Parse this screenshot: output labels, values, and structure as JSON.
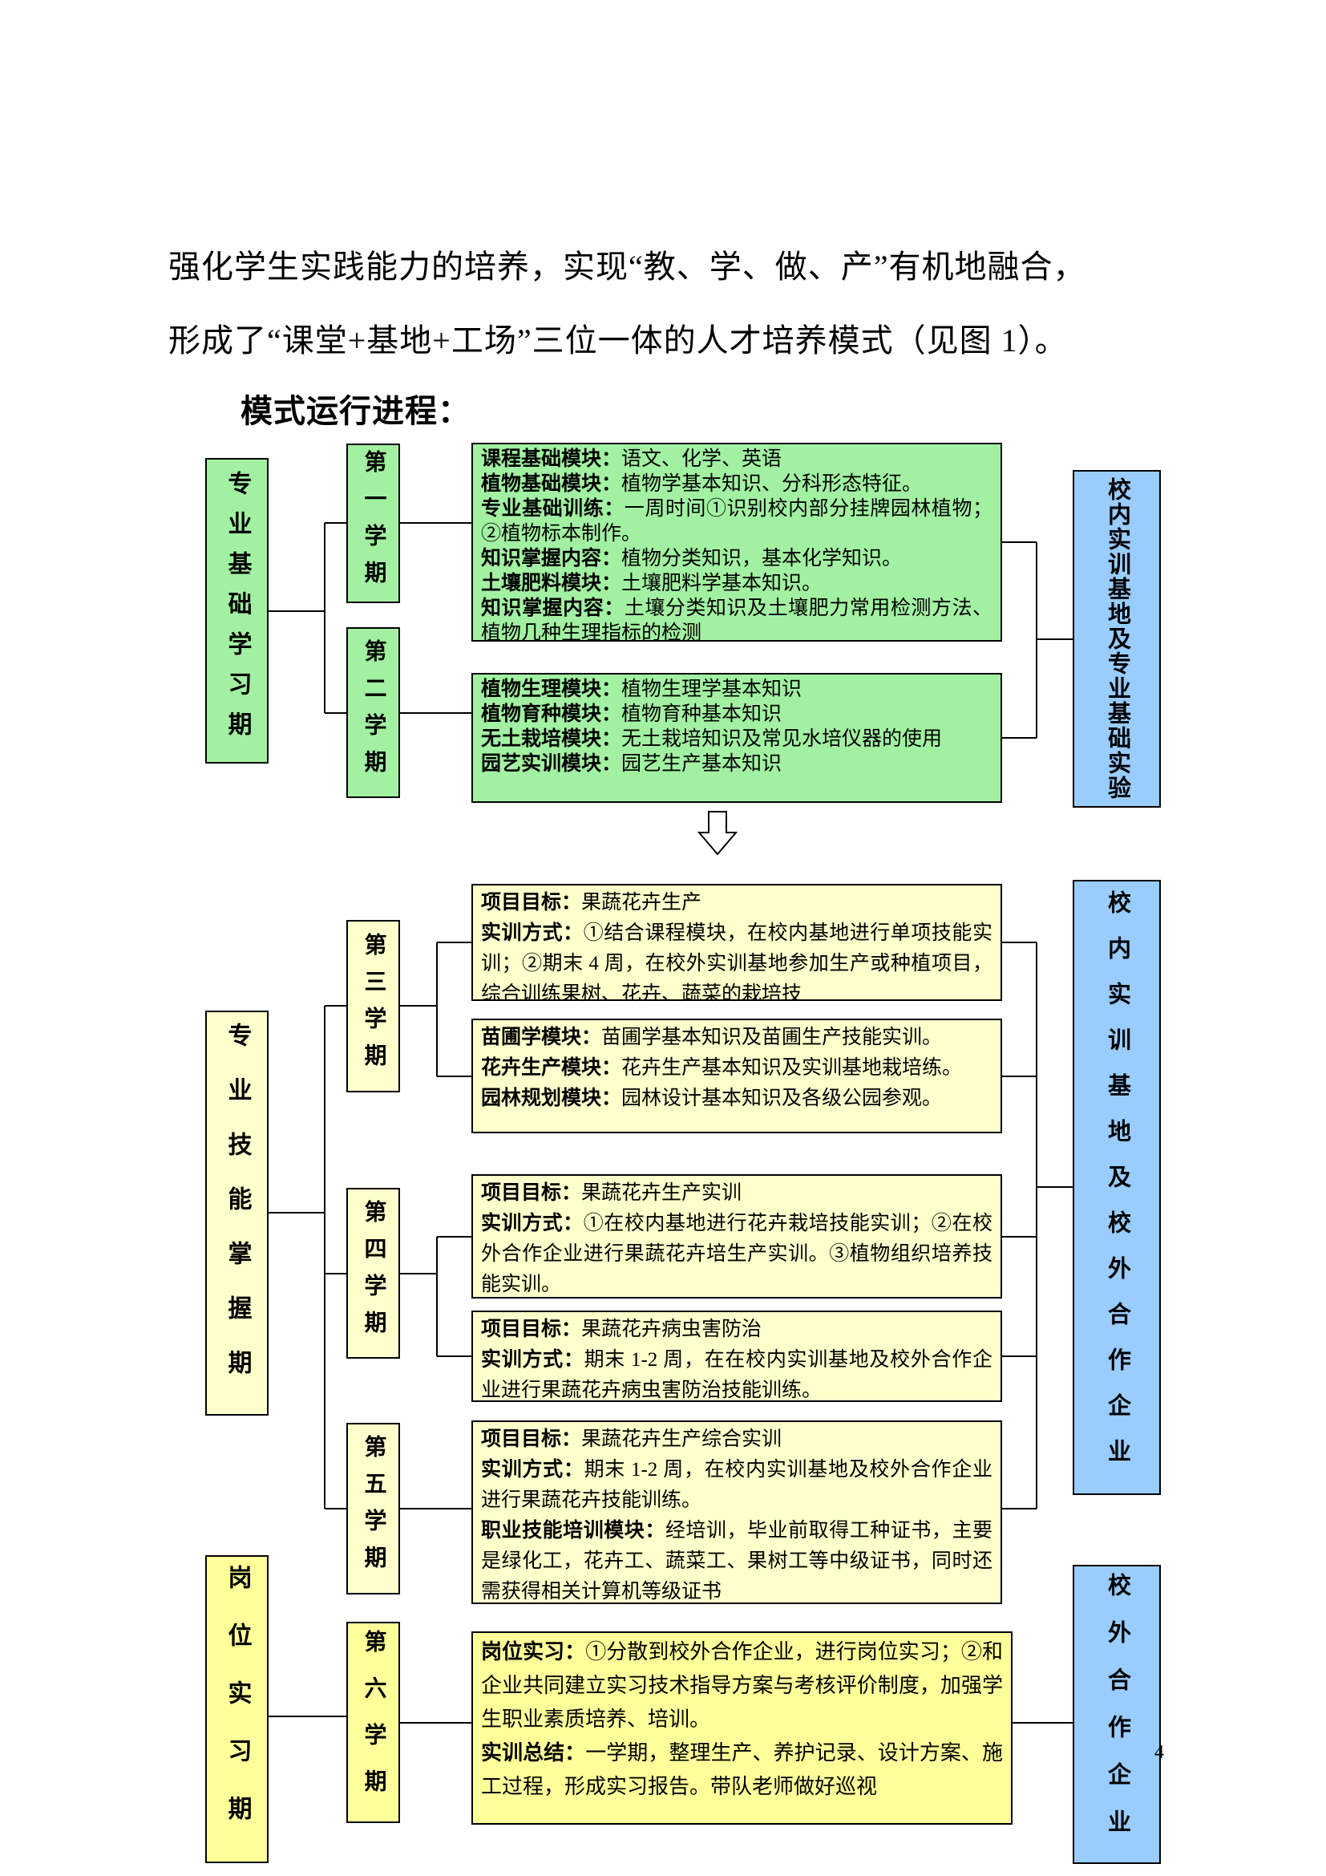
{
  "intro": {
    "line1": "强化学生实践能力的培养，实现“教、学、做、产”有机地融合，",
    "line2": "形成了“课堂+基地+工场”三位一体的人才培养模式（见图 1）。",
    "line3": "模式运行进程："
  },
  "page_number": "4",
  "colors": {
    "phase1_green": "#a2f1a2",
    "phase2_pale_yellow": "#ffffcc",
    "phase3_yellow": "#ffff99",
    "site_blue": "#99ccff",
    "border": "#000000"
  },
  "diagram": {
    "phase1": {
      "stage": "专业基础学习期",
      "semester1": "第一学期",
      "semester2": "第二学期",
      "site": "校内实训基地及专业基础实验",
      "sem1_box": [
        {
          "b": "课程基础模块：",
          "t": "语文、化学、英语"
        },
        {
          "b": "植物基础模块：",
          "t": "植物学基本知识、分科形态特征。"
        },
        {
          "b": "专业基础训练：",
          "t": "一周时间①识别校内部分挂牌园林植物；②植物标本制作。"
        },
        {
          "b": "知识掌握内容：",
          "t": "植物分类知识，基本化学知识。"
        },
        {
          "b": "土壤肥料模块：",
          "t": "土壤肥料学基本知识。"
        },
        {
          "b": "知识掌握内容：",
          "t": "土壤分类知识及土壤肥力常用检测方法、植物几种生理指标的检测"
        }
      ],
      "sem2_box": [
        {
          "b": "植物生理模块：",
          "t": "植物生理学基本知识"
        },
        {
          "b": "植物育种模块：",
          "t": "植物育种基本知识"
        },
        {
          "b": "无土栽培模块：",
          "t": "无土栽培知识及常见水培仪器的使用"
        },
        {
          "b": "园艺实训模块：",
          "t": "园艺生产基本知识"
        }
      ]
    },
    "phase2": {
      "stage": "专业技能掌握期",
      "semester3": "第三学期",
      "semester4": "第四学期",
      "semester5": "第五学期",
      "site": "校内实训基地及校外合作企业",
      "sem3_box_project": [
        {
          "b": "项目目标：",
          "t": "果蔬花卉生产"
        },
        {
          "b": "实训方式：",
          "t": "①结合课程模块，在校内基地进行单项技能实训；②期末 4 周，在校外实训基地参加生产或种植项目，综合训练果树、花卉、蔬菜的栽培技"
        }
      ],
      "sem3_box_modules": [
        {
          "b": "苗圃学模块：",
          "t": "苗圃学基本知识及苗圃生产技能实训。"
        },
        {
          "b": "花卉生产模块：",
          "t": "花卉生产基本知识及实训基地栽培练。"
        },
        {
          "b": "园林规划模块：",
          "t": "园林设计基本知识及各级公园参观。"
        }
      ],
      "sem4_box_project": [
        {
          "b": "项目目标：",
          "t": "果蔬花卉生产实训"
        },
        {
          "b": "实训方式：",
          "t": "①在校内基地进行花卉栽培技能实训；②在校外合作企业进行果蔬花卉培生产实训。③植物组织培养技能实训。"
        }
      ],
      "sem4_box_pest": [
        {
          "b": "项目目标：",
          "t": "果蔬花卉病虫害防治"
        },
        {
          "b": "实训方式：",
          "t": "期末 1-2 周，在在校内实训基地及校外合作企业进行果蔬花卉病虫害防治技能训练。"
        }
      ],
      "sem5_box": [
        {
          "b": "项目目标：",
          "t": "果蔬花卉生产综合实训"
        },
        {
          "b": "实训方式：",
          "t": "期末 1-2 周，在校内实训基地及校外合作企业进行果蔬花卉技能训练。"
        },
        {
          "b": "职业技能培训模块：",
          "t": "经培训，毕业前取得工种证书，主要是绿化工，花卉工、蔬菜工、果树工等中级证书，同时还需获得相关计算机等级证书"
        }
      ]
    },
    "phase3": {
      "stage": "岗位实习期",
      "semester6": "第六学期",
      "site": "校外合作企业",
      "sem6_box": [
        {
          "b": "岗位实习：",
          "t": "①分散到校外合作企业，进行岗位实习；②和企业共同建立实习技术指导方案与考核评价制度，加强学生职业素质培养、培训。"
        },
        {
          "b": "实训总结：",
          "t": "一学期，整理生产、养护记录、设计方案、施工过程，形成实习报告。带队老师做好巡视"
        }
      ]
    }
  }
}
